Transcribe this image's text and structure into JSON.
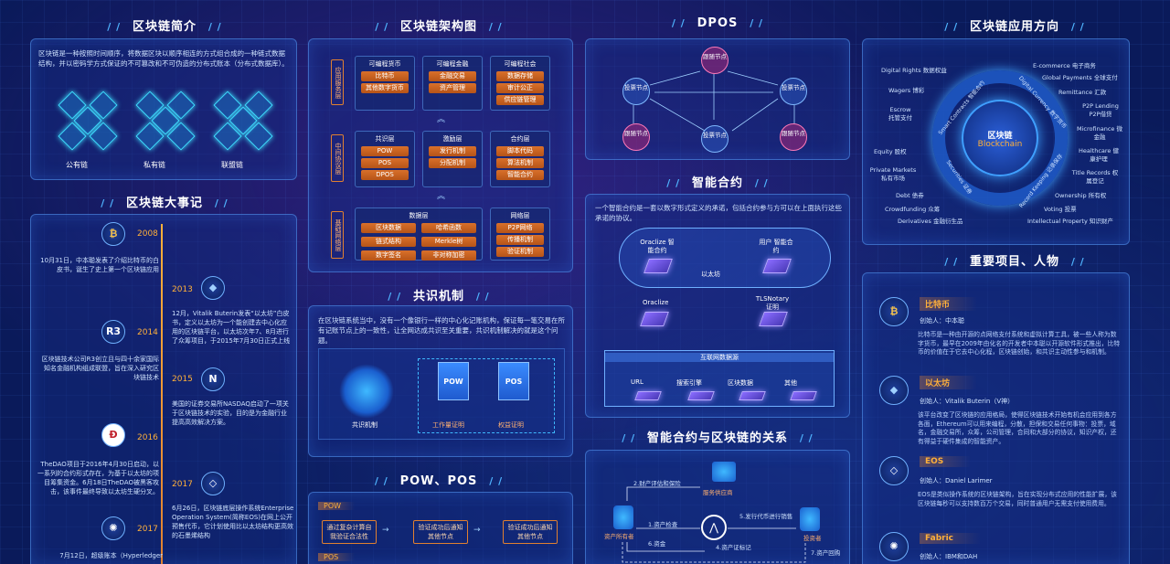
{
  "sections": {
    "intro": "区块链简介",
    "arch": "区块链架构图",
    "dpos": "DPOS",
    "apps": "区块链应用方向",
    "events": "区块链大事记",
    "consensus": "共识机制",
    "smart": "智能合约",
    "projects": "重要项目、人物",
    "powpos": "POW、POS",
    "relation": "智能合约与区块链的关系"
  },
  "intro": {
    "text": "区块链是一种按照时间顺序，将数据区块以顺序相连的方式组合成的一种链式数据结构，并以密码学方式保证的不可篡改和不可伪造的分布式账本（分布式数据库）。",
    "chains": [
      "公有链",
      "私有链",
      "联盟链"
    ]
  },
  "arch": {
    "layers": [
      {
        "label": "应用服务层",
        "cols": [
          {
            "title": "可编程货币",
            "items": [
              "比特币",
              "其他数字货币"
            ]
          },
          {
            "title": "可编程金融",
            "items": [
              "金融交易",
              "资产管理"
            ]
          },
          {
            "title": "可编程社会",
            "items": [
              "数据存储",
              "审计公正",
              "供应链管理"
            ]
          }
        ]
      },
      {
        "label": "中间协议层",
        "cols": [
          {
            "title": "共识层",
            "items": [
              "POW",
              "POS",
              "DPOS"
            ]
          },
          {
            "title": "激励层",
            "items": [
              "发行机制",
              "分配机制"
            ]
          },
          {
            "title": "合约层",
            "items": [
              "脚本代码",
              "算法机制",
              "智能合约"
            ]
          }
        ]
      },
      {
        "label": "基础网络层",
        "cols": [
          {
            "title": "数据层",
            "items": [
              "区块数据",
              "哈希函数",
              "链式结构",
              "Merkle树",
              "数字签名",
              "非对称加密"
            ]
          },
          {
            "title": "网络层",
            "items": [
              "P2P网络",
              "传播机制",
              "验证机制"
            ]
          }
        ]
      }
    ]
  },
  "dpos": {
    "nodes": [
      "跟随节点",
      "投票节点",
      "投票节点",
      "跟随节点",
      "投票节点",
      "跟随节点"
    ]
  },
  "apps": {
    "center_cn": "区块链",
    "center_en": "Blockchain",
    "ring": [
      "Smart Contracts 智能合约",
      "Digital Currency 数字货币",
      "Securities 证券",
      "Record Keeping 记录保存"
    ],
    "left": [
      "Digital Rights 数据权益",
      "Wagers 博彩",
      "Escrow 托管支付",
      "Equity 股权",
      "Private Markets 私有市场",
      "Debt 债券",
      "Crowdfunding 众筹",
      "Derivatives 金融衍生品"
    ],
    "right": [
      "E-commerce 电子商务",
      "Global Payments 全球支付",
      "Remittance 汇款",
      "P2P Lending P2P借贷",
      "Microfinance 微金融",
      "Healthcare 健康护理",
      "Title Records 权属登记",
      "Ownership 所有权",
      "Voting 投票",
      "Intellectual Property 知识财产"
    ]
  },
  "events": [
    {
      "year": "2008",
      "icon": "₿",
      "text": "10月31日，中本聪发表了介绍比特币的白皮书，诞生了史上第一个区块链应用"
    },
    {
      "year": "2013",
      "icon": "◆",
      "text": "12月，Vitalik Buterin发表“以太坊”白皮书，定义以太坊为一个能创建去中心化应用的区块链平台，以太坊次年7、8月进行了众筹项目，于2015年7月30日正式上线"
    },
    {
      "year": "2014",
      "icon": "R3",
      "text": "区块链技术公司R3创立且与四十余家国际知名金融机构组成联盟，旨在深入研究区块链技术"
    },
    {
      "year": "2015",
      "icon": "N",
      "text": "美国的证券交易所NASDAQ启动了一项关于区块链技术的实验，目的是为金融行业提高高效解决方案。"
    },
    {
      "year": "2016",
      "icon": "Ð",
      "text": "TheDAO项目于2016年4月30日启动，以一系列的合约形式存在，为基于以太坊的项目筹集资金。6月18日TheDAO被黑客攻击，该事件最终导致以太坊生硬分叉。"
    },
    {
      "year": "2017",
      "icon": "◇",
      "text": "6月26日，区块链底层操作系统Enterprise Operation System(简称EOS)在网上公开预售代币，它计划使用比以太坊结构更高效的石墨烯结构"
    },
    {
      "year": "2017",
      "icon": "✺",
      "text": "7月12日，超级账本（Hyperledger"
    }
  ],
  "consensus": {
    "text": "在区块链系统当中，没有一个像银行一样的中心化记账机构，保证每一笔交易在所有记账节点上的一致性，让全网达成共识至关重要，共识机制解决的就是这个问题。",
    "labels": [
      "共识机制",
      "工作量证明",
      "权益证明"
    ],
    "doc1": "POW",
    "doc2": "POS"
  },
  "powpos": {
    "pow_label": "POW",
    "pow_steps": [
      "通过复杂计算自我验证合法性",
      "验证成功后通知其他节点",
      "验证成功后通知其他节点"
    ],
    "pos_label": "POS"
  },
  "smart": {
    "text": "一个智能合约是一套以数字形式定义的承诺，包括合约参与方可以在上面执行这些承诺的协议。",
    "oraclize_top": "Oraclize 智能合约",
    "user_contract": "用户 智能合约",
    "eth": "以太坊",
    "oraclize": "Oraclize",
    "tls": "TLSNotary 证明",
    "data_src": "互联网数据源",
    "sources": [
      "URL",
      "搜索引擎",
      "区块数据",
      "其他"
    ]
  },
  "projects": [
    {
      "name": "比特币",
      "icon": "₿",
      "creator": "创始人：中本聪",
      "desc": "比特币是一种由开源的点网络支付系统和虚拟计算工具，被一些人称为数字货币，最早在2009年由化名的开发者中本聪以开源软件形式推出，比特币的价值在于它去中心化程，区块链创始，和共识主动性参与和机制。"
    },
    {
      "name": "以太坊",
      "icon": "◆",
      "creator": "创始人：Vitalik Buterin（V神）",
      "desc": "该平台改变了区块链的应用格局，使得区块链技术开始有机会应用到各方各面，Ethereum可以用来编程，分散，担保和交易任何事物：投票，域名，金融交易所，众筹，公司管理，合同和大部分的协议，知识产权，还有得益于硬件集成的智能资产。"
    },
    {
      "name": "EOS",
      "icon": "◇",
      "creator": "创始人：Daniel Larimer",
      "desc": "EOS是类似操作系统的区块链架构，旨在实现分布式应用的性能扩展，该区块链每秒可以支持数百万个交易，同时普通用户无需支付使用费用。"
    },
    {
      "name": "Fabric",
      "icon": "✺",
      "creator": "创始人：IBM和DAH"
    }
  ],
  "relation": {
    "steps": [
      "2.财产评估和保险",
      "服务供应商",
      "1.资产检查",
      "资产所有者",
      "5.发行代币进行销售",
      "投资者",
      "6.资金",
      "4.资产证标记",
      "7.资产回购"
    ]
  }
}
